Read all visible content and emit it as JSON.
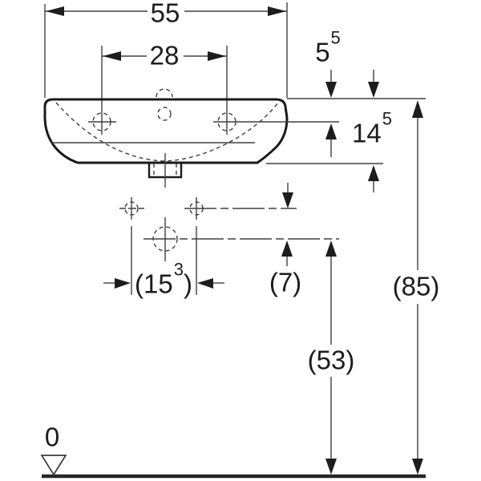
{
  "drawing": {
    "type": "washbasin-front-elevation-dimension-drawing",
    "colors": {
      "background": "#ffffff",
      "thin_line": "#404040",
      "outline": "#1b1b1b",
      "text": "#1d1d1d"
    }
  },
  "labels": {
    "overall_width": "55",
    "tap_hole_spacing": "28",
    "rim_to_tap_hole_base": "5",
    "rim_to_tap_hole_sup": "5",
    "rim_to_lower_edge_base": "14",
    "rim_to_lower_edge_sup": "5",
    "fixing_hole_spacing_open": "(15",
    "fixing_hole_spacing_sup": "3",
    "fixing_hole_spacing_close": ")",
    "fixing_to_trap": "(7)",
    "trap_height": "(53)",
    "rim_height": "(85)",
    "floor_datum": "0"
  }
}
